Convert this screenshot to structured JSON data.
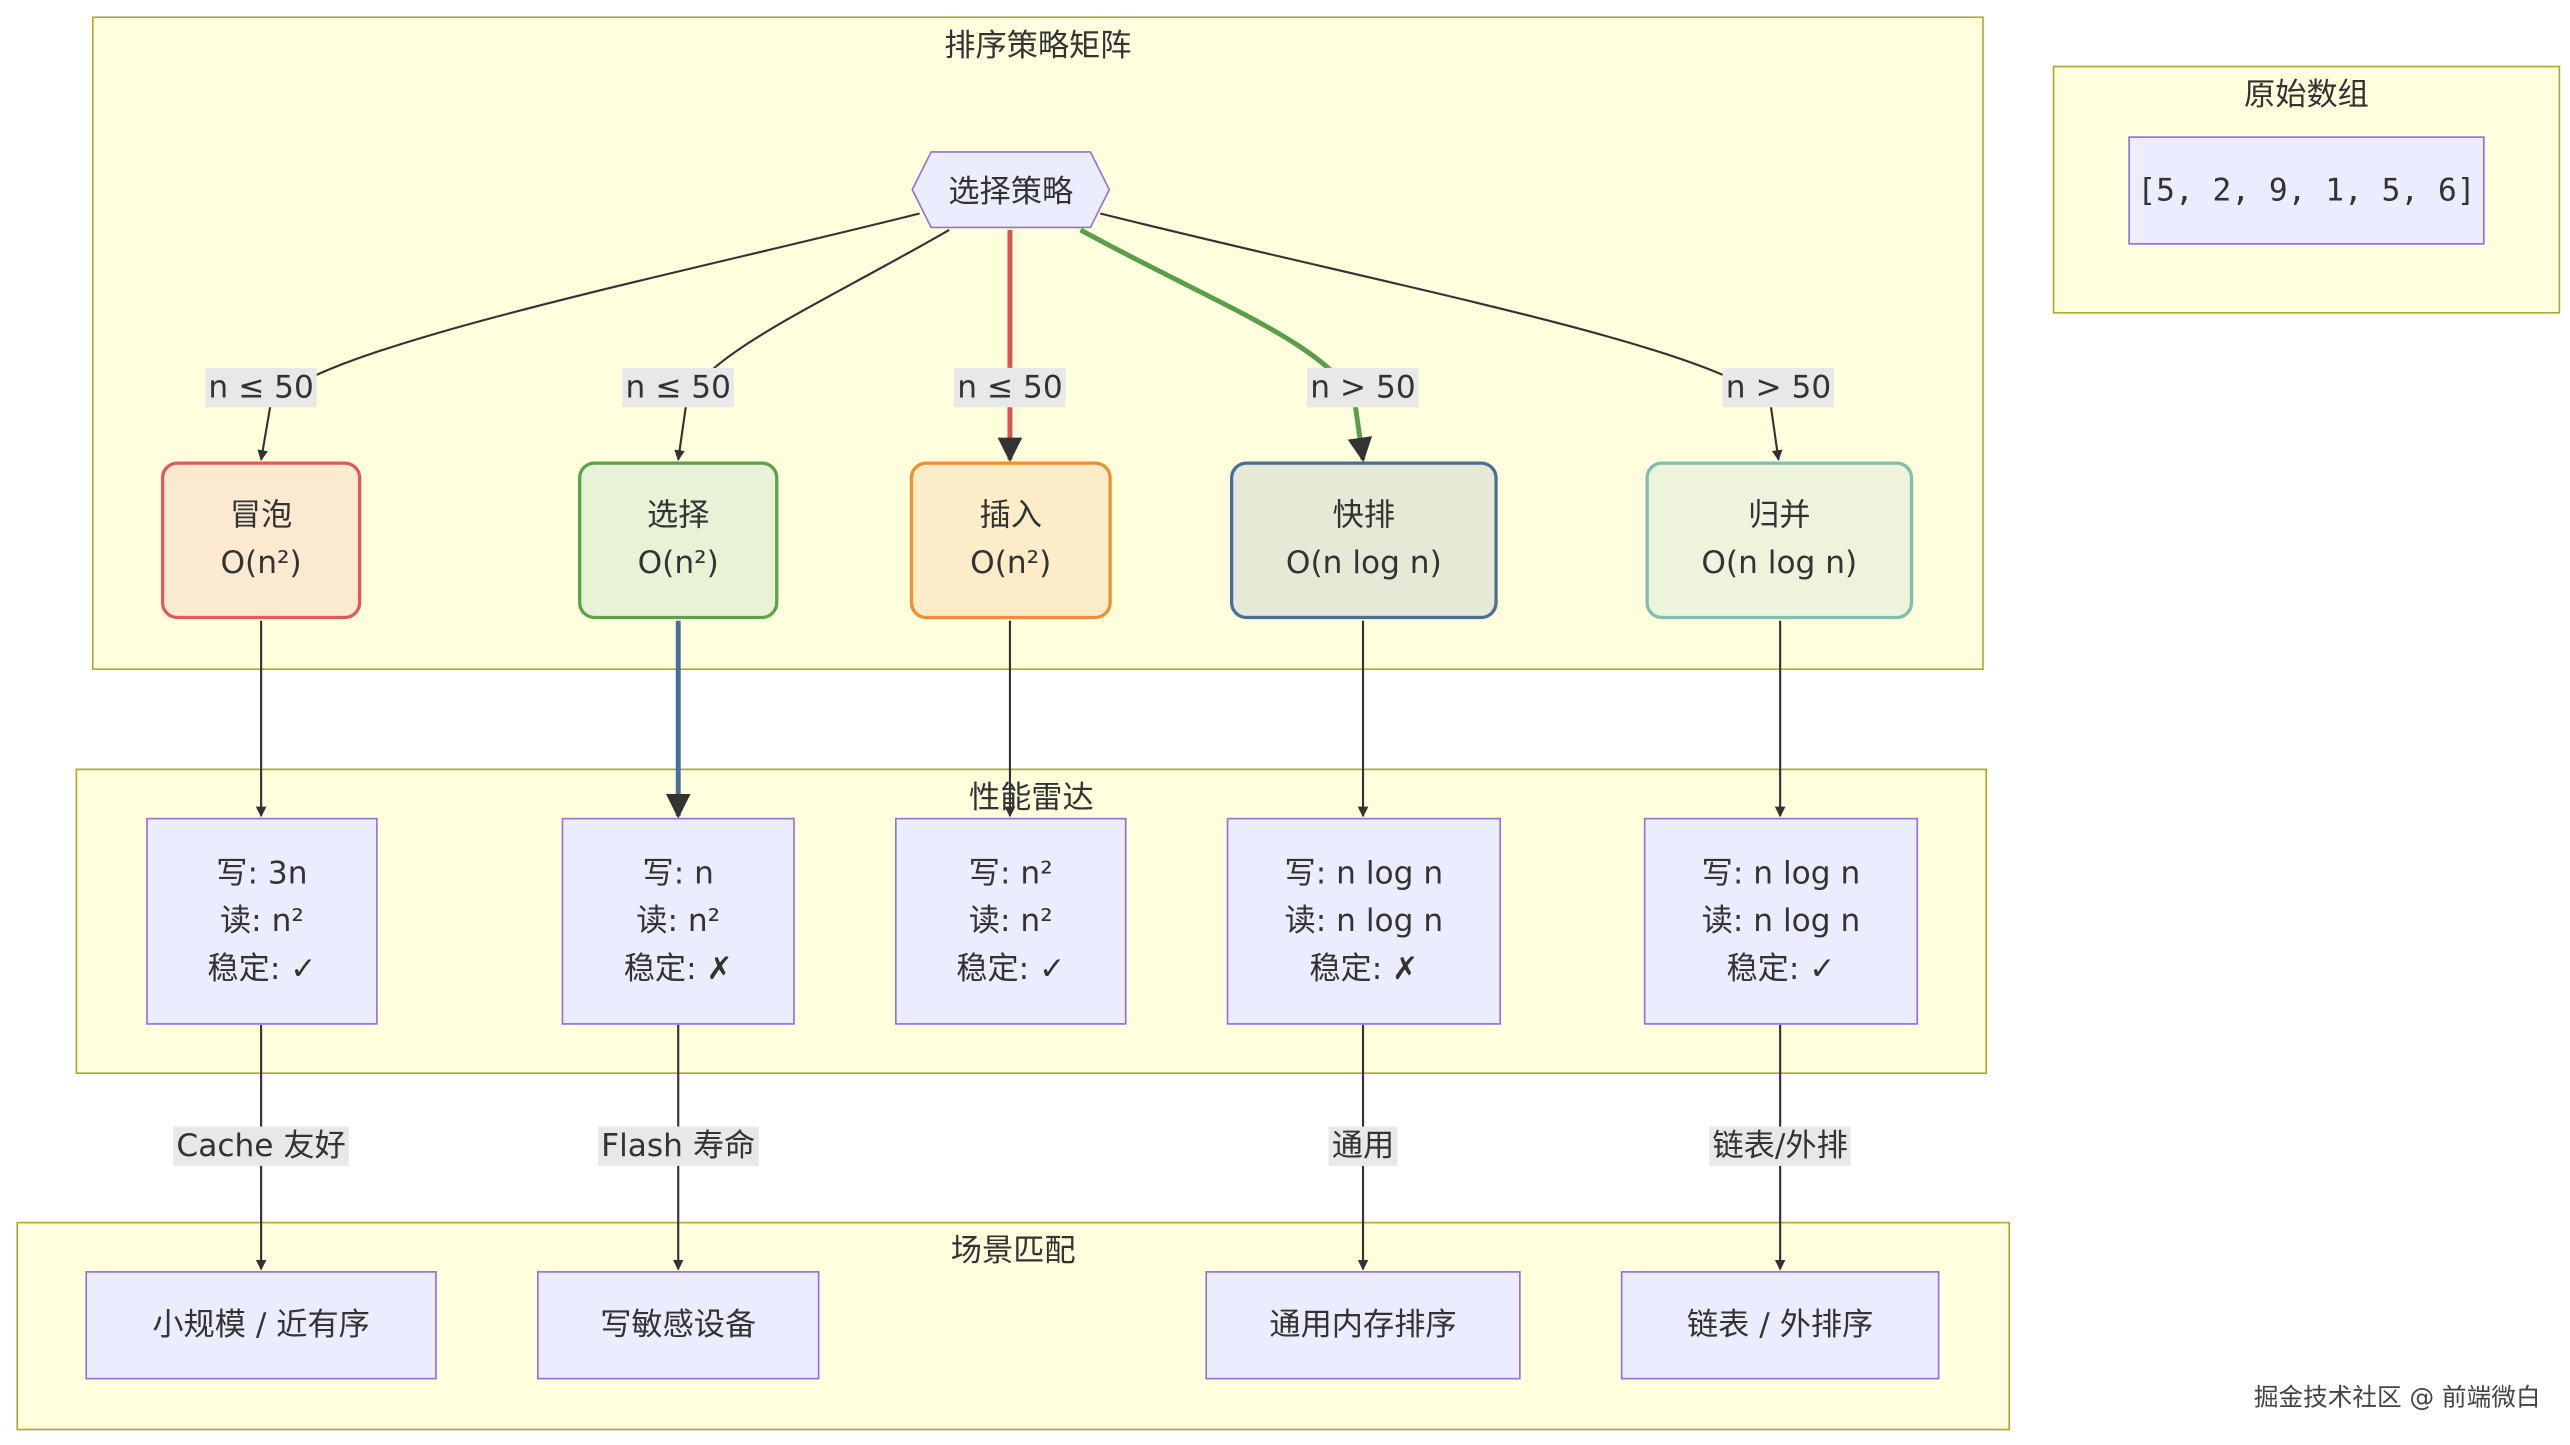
{
  "clusters": {
    "strategy": "排序策略矩阵",
    "source": "原始数组",
    "performance": "性能雷达",
    "scenario": "场景匹配"
  },
  "source_node": "[5, 2, 9, 1, 5, 6]",
  "decision_node": "选择策略",
  "algorithms": [
    {
      "name": "冒泡",
      "complexity": "O(n²)",
      "condition": "n ≤ 50",
      "color": "#e05a5a",
      "fill": "#fbe9d0"
    },
    {
      "name": "选择",
      "complexity": "O(n²)",
      "condition": "n ≤ 50",
      "color": "#5aa34a",
      "fill": "#e8f2d6"
    },
    {
      "name": "插入",
      "complexity": "O(n²)",
      "condition": "n ≤ 50",
      "color": "#ef8f2f",
      "fill": "#fdecc8"
    },
    {
      "name": "快排",
      "complexity": "O(n log n)",
      "condition": "n > 50",
      "color": "#4a6e9a",
      "fill": "#e5ead6"
    },
    {
      "name": "归并",
      "complexity": "O(n log n)",
      "condition": "n > 50",
      "color": "#7fbfad",
      "fill": "#eef4dc"
    }
  ],
  "performance": [
    {
      "write": "写: 3n",
      "read": "读: n²",
      "stable": "稳定: ✓"
    },
    {
      "write": "写: n",
      "read": "读: n²",
      "stable": "稳定: ✗"
    },
    {
      "write": "写: n²",
      "read": "读: n²",
      "stable": "稳定: ✓"
    },
    {
      "write": "写: n log n",
      "read": "读: n log n",
      "stable": "稳定: ✗"
    },
    {
      "write": "写: n log n",
      "read": "读: n log n",
      "stable": "稳定: ✓"
    }
  ],
  "scenario_edges": [
    "Cache 友好",
    "Flash 寿命",
    "通用",
    "链表/外排"
  ],
  "scenarios": [
    "小规模 / 近有序",
    "写敏感设备",
    "通用内存排序",
    "链表 / 外排序"
  ],
  "colors": {
    "insert_edge": "#d9534f",
    "quick_edge": "#5a9e4b",
    "select_edge": "#4a6e9a",
    "default_edge": "#333333"
  },
  "watermark": "掘金技术社区 @ 前端微白"
}
